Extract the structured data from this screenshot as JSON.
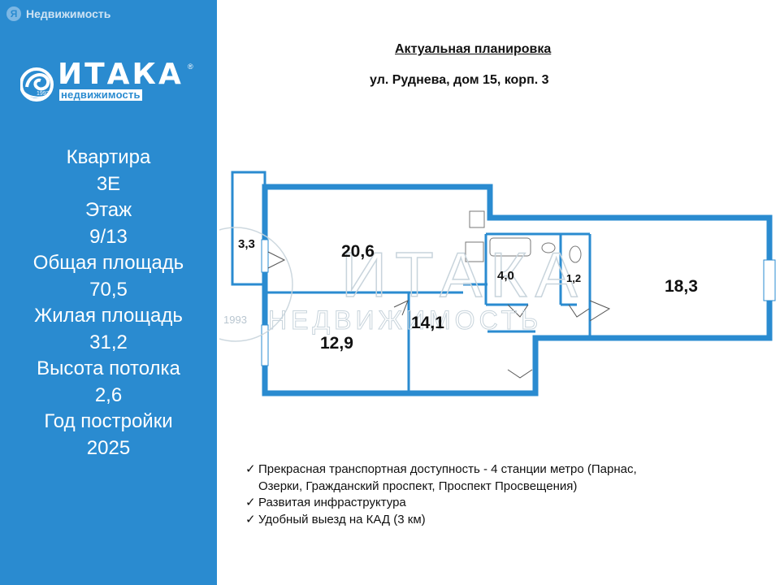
{
  "source_badge": {
    "label": "Недвижимость"
  },
  "brand": {
    "name": "ИТАКА",
    "subtitle": "недвижимость",
    "year": "1993",
    "registered_mark": "®",
    "primary_color": "#2a8bd0"
  },
  "facts": [
    "Квартира",
    "3Е",
    "Этаж",
    "9/13",
    "Общая площадь",
    "70,5",
    "Жилая площадь",
    "31,2",
    "Высота потолка",
    "2,6",
    "Год постройки",
    "2025"
  ],
  "header": {
    "title": "Актуальная планировка",
    "address": "ул. Руднева, дом 15, корп. 3"
  },
  "plan": {
    "rooms": {
      "balcony": "3,3",
      "kitchen": "20,6",
      "bedroom": "12,9",
      "hall": "14,1",
      "bathroom": "4,0",
      "wc": "1,2",
      "living": "18,3"
    },
    "wall_color": "#2a8bd0",
    "watermark_text": "ИТАКА",
    "watermark_sub": "НЕДВИЖИМОСТЬ",
    "watermark_year": "1993"
  },
  "features": {
    "check": "✓",
    "line1": "Прекрасная транспортная доступность - 4 станции метро (Парнас,",
    "line1_cont": "Озерки, Гражданский проспект, Проспект Просвещения)",
    "line2": "Развитая инфраструктура",
    "line3": "Удобный выезд на КАД (3 км)"
  }
}
